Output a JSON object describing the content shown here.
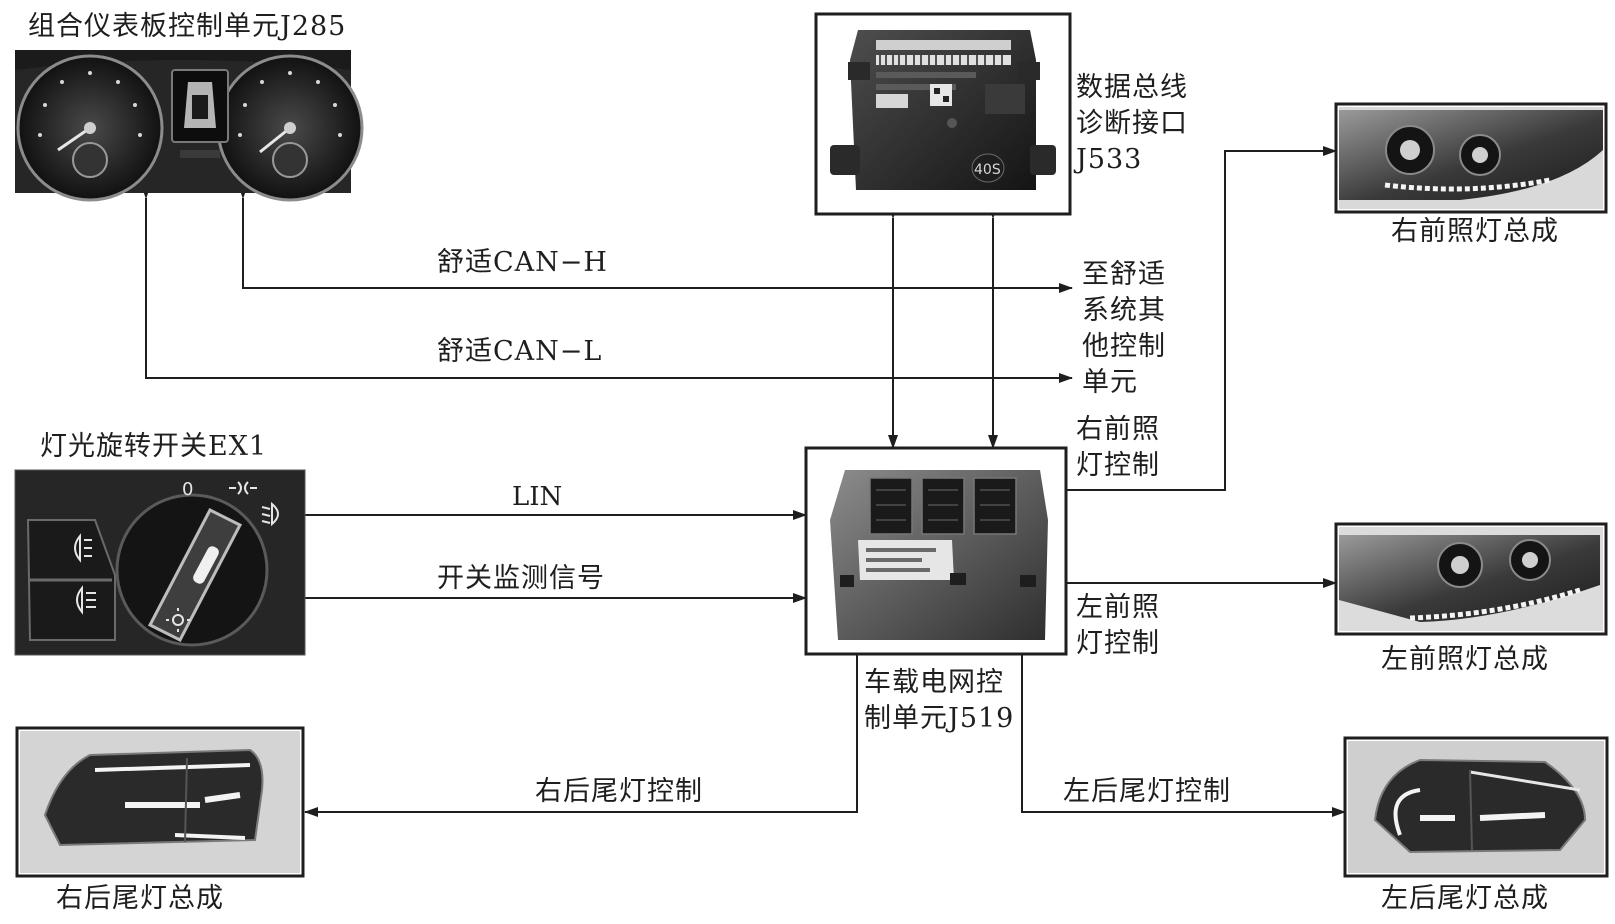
{
  "components": {
    "cluster": {
      "label": "组合仪表板控制单元J285"
    },
    "gateway": {
      "lines": [
        "数据总线",
        "诊断接口",
        "J533"
      ]
    },
    "switch": {
      "label": "灯光旋转开关EX1"
    },
    "bcm": {
      "lines": [
        "车载电网控",
        "制单元J519"
      ]
    },
    "headlamp_right": {
      "label": "右前照灯总成"
    },
    "headlamp_left": {
      "label": "左前照灯总成"
    },
    "taillamp_right": {
      "label": "右后尾灯总成"
    },
    "taillamp_left": {
      "label": "左后尾灯总成"
    },
    "other_units": {
      "lines": [
        "至舒适",
        "系统其",
        "他控制",
        "单元"
      ]
    }
  },
  "signals": {
    "can_h": "舒适CAN−H",
    "can_l": "舒适CAN−L",
    "lin": "LIN",
    "switch_monitor": "开关监测信号",
    "right_headlamp_ctrl": [
      "右前照",
      "灯控制"
    ],
    "left_headlamp_ctrl": [
      "左前照",
      "灯控制"
    ],
    "right_tail_ctrl": "右后尾灯控制",
    "left_tail_ctrl": "左后尾灯控制"
  },
  "photo_text": {
    "switch_zero": "0",
    "module_marking": "40S"
  },
  "colors": {
    "line": "#1e1e1e",
    "photo_dark": "#2a2a2a",
    "photo_mid": "#6a6a6a",
    "photo_light": "#cfcfcf",
    "lamp_glow": "#f4f4f4"
  },
  "icons": [
    "arrow-head",
    "fog-lamp-icon",
    "rear-fog-lamp-icon",
    "parking-light-icon",
    "low-beam-icon",
    "sun-light-icon"
  ]
}
